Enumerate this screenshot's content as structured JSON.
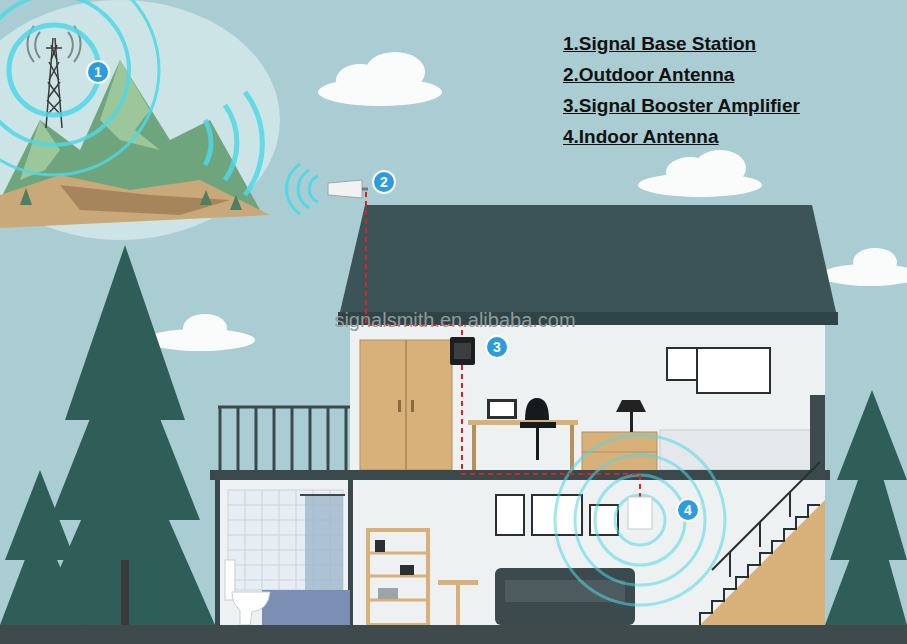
{
  "diagram": {
    "labels": [
      "1.Signal Base Station",
      "2.Outdoor Antenna",
      "3.Signal Booster Amplifier",
      "4.Indoor Antenna",
      "1",
      "2",
      "3",
      "4",
      "signalsmith.en.alibaba.com"
    ]
  }
}
